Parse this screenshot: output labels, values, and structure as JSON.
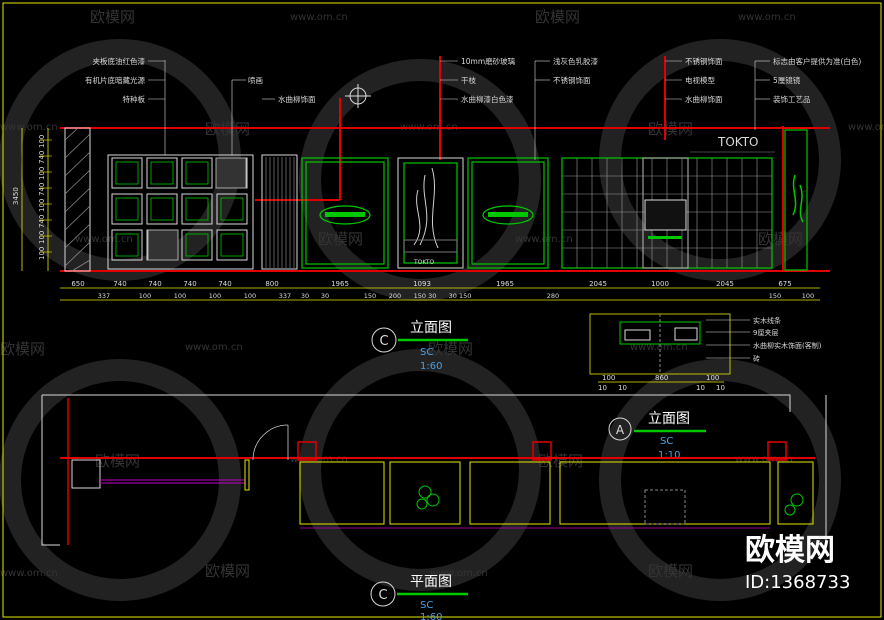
{
  "colors": {
    "background": "#000000",
    "frame": "#e6e600",
    "wall": "#00c800",
    "datum": "#e00000",
    "annotation": "#d8d8d8",
    "accent": "#c000c0"
  },
  "watermark": {
    "site": "www.om.cn",
    "brand": "欧模网"
  },
  "stamp": {
    "brand": "欧模网",
    "id": "ID:1368733"
  },
  "sign": {
    "brand": "TOKTO",
    "small": "TOKTO"
  },
  "left_notes": [
    "夹板底油红色漆",
    "有机片底暗藏光源",
    "特种板"
  ],
  "mid_notes": [
    "喷画",
    "水曲柳饰面"
  ],
  "center_notes": [
    "10mm磨砂玻璃",
    "干枝",
    "水曲柳漆白色漆"
  ],
  "center2_notes": [
    "浅灰色乳胶漆",
    "不锈钢饰面"
  ],
  "right_notes": [
    "不锈钢饰面",
    "电视模型",
    "水曲柳饰面"
  ],
  "far_notes": [
    "标志由客户提供为准(白色)",
    "5厘镜镜",
    "装饰工艺品"
  ],
  "vertical_dims": [
    "100",
    "740",
    "100",
    "740",
    "100",
    "740",
    "100",
    "100"
  ],
  "height_dim": "3450",
  "top_dims": [
    "650",
    "740",
    "740",
    "740",
    "740",
    "800",
    "1965",
    "1093",
    "1965",
    "2045",
    "1000",
    "2045",
    "675"
  ],
  "bottom_dims": [
    "337",
    "100",
    "100",
    "100",
    "100",
    "337",
    "30",
    "30",
    "150",
    "200",
    "150 30",
    "30 150",
    "280",
    "150",
    "100"
  ],
  "elevation": {
    "marker": "C",
    "title": "立面图",
    "sc": "SC",
    "scale": "1:60"
  },
  "detail": {
    "notes": [
      "实木线条",
      "9厘夹层",
      "水曲柳实木饰面(客制)",
      "砖"
    ],
    "dims": [
      "100",
      "860",
      "100"
    ],
    "small_dims": [
      "10",
      "10",
      "10",
      "10"
    ]
  },
  "detail_label": {
    "marker": "A",
    "title": "立面图",
    "sc": "SC",
    "scale": "1:10"
  },
  "plan": {
    "marker": "C",
    "title": "平面图",
    "sc": "SC",
    "scale": "1:60"
  }
}
